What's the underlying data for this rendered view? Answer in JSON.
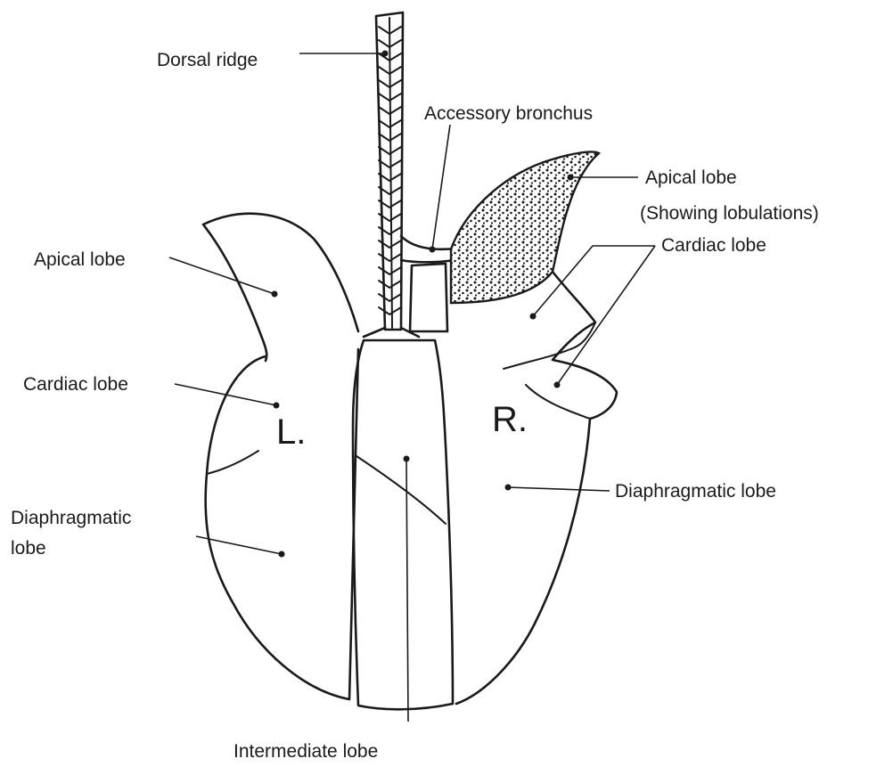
{
  "labels": {
    "dorsal_ridge": "Dorsal ridge",
    "accessory_bronchus": "Accessory bronchus",
    "apical_lobe_right_line1": "Apical lobe",
    "apical_lobe_right_line2": "(Showing lobulations)",
    "apical_lobe_left": "Apical lobe",
    "cardiac_lobe_left": "Cardiac lobe",
    "cardiac_lobe_right": "Cardiac lobe",
    "diaphragmatic_lobe_left_line1": "Diaphragmatic",
    "diaphragmatic_lobe_left_line2": "lobe",
    "diaphragmatic_lobe_right": "Diaphragmatic lobe",
    "intermediate_lobe": "Intermediate lobe",
    "left_marker": "L.",
    "right_marker": "R."
  },
  "colors": {
    "ink": "#1a1a1a",
    "background": "#ffffff"
  }
}
